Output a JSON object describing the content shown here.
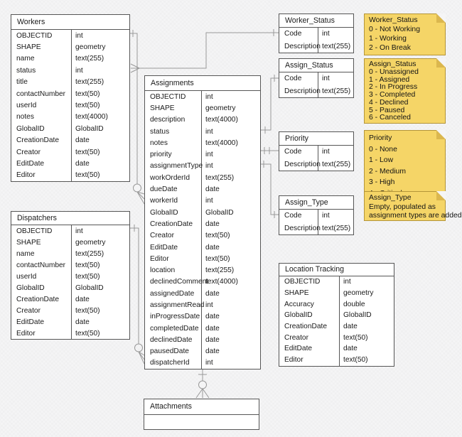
{
  "tables": {
    "workers": {
      "title": "Workers",
      "rows": [
        {
          "field": "OBJECTID",
          "type": "int"
        },
        {
          "field": "SHAPE",
          "type": "geometry"
        },
        {
          "field": "name",
          "type": "text(255)"
        },
        {
          "field": "status",
          "type": "int"
        },
        {
          "field": "title",
          "type": "text(255)"
        },
        {
          "field": "contactNumber",
          "type": "text(50)"
        },
        {
          "field": "userId",
          "type": "text(50)"
        },
        {
          "field": "notes",
          "type": "text(4000)"
        },
        {
          "field": "GlobalID",
          "type": "GlobalID"
        },
        {
          "field": "CreationDate",
          "type": "date"
        },
        {
          "field": "Creator",
          "type": "text(50)"
        },
        {
          "field": "EditDate",
          "type": "date"
        },
        {
          "field": "Editor",
          "type": "text(50)"
        }
      ]
    },
    "dispatchers": {
      "title": "Dispatchers",
      "rows": [
        {
          "field": "OBJECTID",
          "type": "int"
        },
        {
          "field": "SHAPE",
          "type": "geometry"
        },
        {
          "field": "name",
          "type": "text(255)"
        },
        {
          "field": "contactNumber",
          "type": "text(50)"
        },
        {
          "field": "userId",
          "type": "text(50)"
        },
        {
          "field": "GlobalID",
          "type": "GlobalID"
        },
        {
          "field": "CreationDate",
          "type": "date"
        },
        {
          "field": "Creator",
          "type": "text(50)"
        },
        {
          "field": "EditDate",
          "type": "date"
        },
        {
          "field": "Editor",
          "type": "text(50)"
        }
      ]
    },
    "assignments": {
      "title": "Assignments",
      "rows": [
        {
          "field": "OBJECTID",
          "type": "int"
        },
        {
          "field": "SHAPE",
          "type": "geometry"
        },
        {
          "field": "description",
          "type": "text(4000)"
        },
        {
          "field": "status",
          "type": "int"
        },
        {
          "field": "notes",
          "type": "text(4000)"
        },
        {
          "field": "priority",
          "type": "int"
        },
        {
          "field": "assignmentType",
          "type": "int"
        },
        {
          "field": "workOrderId",
          "type": "text(255)"
        },
        {
          "field": "dueDate",
          "type": "date"
        },
        {
          "field": "workerId",
          "type": "int"
        },
        {
          "field": "GlobalID",
          "type": "GlobalID"
        },
        {
          "field": "CreationDate",
          "type": "date"
        },
        {
          "field": "Creator",
          "type": "text(50)"
        },
        {
          "field": "EditDate",
          "type": "date"
        },
        {
          "field": "Editor",
          "type": "text(50)"
        },
        {
          "field": "location",
          "type": "text(255)"
        },
        {
          "field": "declinedComment",
          "type": "text(4000)"
        },
        {
          "field": "assignedDate",
          "type": "date"
        },
        {
          "field": "assignmentRead",
          "type": "int"
        },
        {
          "field": "inProgressDate",
          "type": "date"
        },
        {
          "field": "completedDate",
          "type": "date"
        },
        {
          "field": "declinedDate",
          "type": "date"
        },
        {
          "field": "pausedDate",
          "type": "date"
        },
        {
          "field": "dispatcherId",
          "type": "int"
        }
      ]
    },
    "worker_status": {
      "title": "Worker_Status",
      "rows": [
        {
          "field": "Code",
          "type": "int"
        },
        {
          "field": "Description",
          "type": "text(255)"
        }
      ]
    },
    "assign_status": {
      "title": "Assign_Status",
      "rows": [
        {
          "field": "Code",
          "type": "int"
        },
        {
          "field": "Description",
          "type": "text(255)"
        }
      ]
    },
    "priority": {
      "title": "Priority",
      "rows": [
        {
          "field": "Code",
          "type": "int"
        },
        {
          "field": "Description",
          "type": "text(255)"
        }
      ]
    },
    "assign_type": {
      "title": "Assign_Type",
      "rows": [
        {
          "field": "Code",
          "type": "int"
        },
        {
          "field": "Description",
          "type": "text(255)"
        }
      ]
    },
    "location_tracking": {
      "title": "Location Tracking",
      "rows": [
        {
          "field": "OBJECTID",
          "type": "int"
        },
        {
          "field": "SHAPE",
          "type": "geometry"
        },
        {
          "field": "Accuracy",
          "type": "double"
        },
        {
          "field": "GlobalID",
          "type": "GlobalID"
        },
        {
          "field": "CreationDate",
          "type": "date"
        },
        {
          "field": "Creator",
          "type": "text(50)"
        },
        {
          "field": "EditDate",
          "type": "date"
        },
        {
          "field": "Editor",
          "type": "text(50)"
        }
      ]
    },
    "attachments": {
      "title": "Attachments"
    }
  },
  "notes": {
    "worker_status": {
      "title": "Worker_Status",
      "lines": [
        "0 - Not Working",
        "1 - Working",
        "2 - On Break"
      ]
    },
    "assign_status": {
      "title": "Assign_Status",
      "lines": [
        "0 - Unassigned",
        "1 - Assigned",
        "2 - In Progress",
        "3 - Completed",
        "4 - Declined",
        "5 - Paused",
        "6 - Canceled"
      ]
    },
    "priority": {
      "title": "Priority",
      "lines": [
        "0 - None",
        "1 - Low",
        "2 - Medium",
        "3 - High",
        "4 - Critical"
      ]
    },
    "assign_type": {
      "title": "Assign_Type",
      "lines": [
        "Empty, populated as",
        "assignment types are added"
      ]
    }
  },
  "relationships": [
    {
      "from": "Worker_Status.Code",
      "to": "Workers.status",
      "from_end": "one",
      "to_end": "many"
    },
    {
      "from": "Workers.OBJECTID",
      "to": "Assignments.workerId",
      "from_end": "one",
      "to_end": "zero-or-many"
    },
    {
      "from": "Dispatchers.OBJECTID",
      "to": "Assignments.dispatcherId",
      "from_end": "one",
      "to_end": "zero-or-many"
    },
    {
      "from": "Assign_Status.Code",
      "to": "Assignments.status",
      "from_end": "one",
      "to_end": "one"
    },
    {
      "from": "Priority.Code",
      "to": "Assignments.priority",
      "from_end": "one",
      "to_end": "one"
    },
    {
      "from": "Assign_Type.Code",
      "to": "Assignments.assignmentType",
      "from_end": "one",
      "to_end": "one"
    },
    {
      "from": "Assignments",
      "to": "Attachments",
      "from_end": "one",
      "to_end": "zero-or-many"
    }
  ],
  "colors": {
    "background": "#F5F5F6",
    "table_fill": "#FFFFFF",
    "table_border": "#565656",
    "connector": "#999999",
    "note_fill": "#F5D567",
    "note_border": "#B49539",
    "note_fold": "#DBB74E",
    "text": "#1A1A1A"
  }
}
